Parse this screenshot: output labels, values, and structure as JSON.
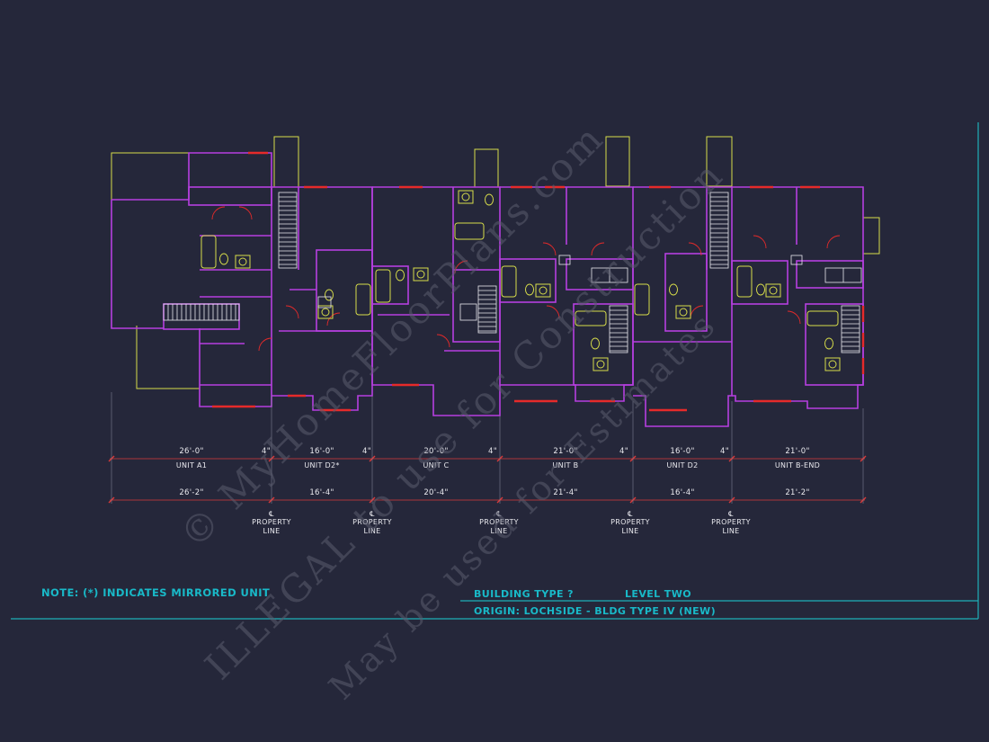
{
  "colors": {
    "background": "#25273a",
    "wall": "#b63fe0",
    "window": "#e62a2a",
    "fixture": "#d6dc4a",
    "dimension": "#d83a3a",
    "text": "#e9e9ee",
    "note": "#19b9c8",
    "border": "#1fb0b8",
    "watermark": "#5a5c6e"
  },
  "units": [
    {
      "name": "UNIT A1",
      "dim_top": "26'-0\"",
      "wall": "4\"",
      "dim_bottom": "26'-2\""
    },
    {
      "name": "UNIT D2*",
      "dim_top": "16'-0\"",
      "wall": "4\"",
      "dim_bottom": "16'-4\""
    },
    {
      "name": "UNIT C",
      "dim_top": "20'-0\"",
      "wall": "4\"",
      "dim_bottom": "20'-4\""
    },
    {
      "name": "UNIT B",
      "dim_top": "21'-0\"",
      "wall": "4\"",
      "dim_bottom": "21'-4\""
    },
    {
      "name": "UNIT D2",
      "dim_top": "16'-0\"",
      "wall": "4\"",
      "dim_bottom": "16'-4\""
    },
    {
      "name": "UNIT B-END",
      "dim_top": "21'-0\"",
      "wall": "",
      "dim_bottom": "21'-2\""
    }
  ],
  "property_line": {
    "symbol": "℄",
    "line1": "PROPERTY",
    "line2": "LINE"
  },
  "note": "NOTE:  (*)  INDICATES MIRRORED UNIT",
  "title_block": {
    "building_type": "BUILDING TYPE ?",
    "level": "LEVEL TWO",
    "origin": "ORIGIN: LOCHSIDE - BLDG TYPE IV (NEW)"
  },
  "watermark": {
    "line1": "© MyHomeFloorPlans.com",
    "line2": "ILLEGAL to use for Construction",
    "line3": "May be used for Estimates"
  }
}
